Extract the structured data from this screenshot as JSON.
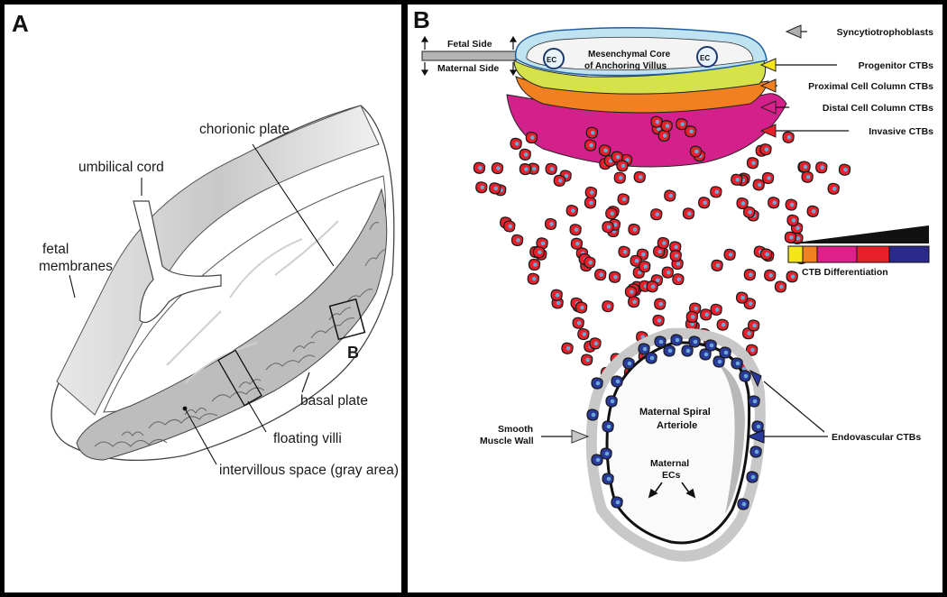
{
  "panel_a": {
    "letter": "A",
    "labels": {
      "chorionic_plate": "chorionic plate",
      "umbilical_cord": "umbilical cord",
      "fetal_membranes_1": "fetal",
      "fetal_membranes_2": "membranes",
      "b_marker": "B",
      "basal_plate": "basal plate",
      "floating_villi": "floating villi",
      "intervillous_space": "intervillous space (gray area)"
    }
  },
  "panel_b": {
    "letter": "B",
    "side_labels": {
      "fetal_side": "Fetal Side",
      "maternal_side": "Maternal Side"
    },
    "core_label_1": "Mesenchymal Core",
    "core_label_2": "of Anchoring Villus",
    "ec_label": "EC",
    "cell_labels": [
      {
        "text": "Syncytiotrophoblasts",
        "color": "#b0b0b0"
      },
      {
        "text": "Progenitor CTBs",
        "color": "#f5e61a"
      },
      {
        "text": "Proximal Cell Column CTBs",
        "color": "#f08020"
      },
      {
        "text": "Distal Cell Column CTBs",
        "color": "#e0208a"
      },
      {
        "text": "Invasive CTBs",
        "color": "#e8202a"
      }
    ],
    "legend": {
      "title": "CTB Differentiation",
      "colors": [
        "#f5e61a",
        "#f08020",
        "#e0208a",
        "#e8202a",
        "#2a2a8a"
      ]
    },
    "artery": {
      "label_1": "Maternal Spiral",
      "label_2": "Arteriole",
      "ec_label_1": "Maternal",
      "ec_label_2": "ECs",
      "smooth_muscle_1": "Smooth",
      "smooth_muscle_2": "Muscle Wall",
      "endovascular": "Endovascular CTBs"
    }
  }
}
